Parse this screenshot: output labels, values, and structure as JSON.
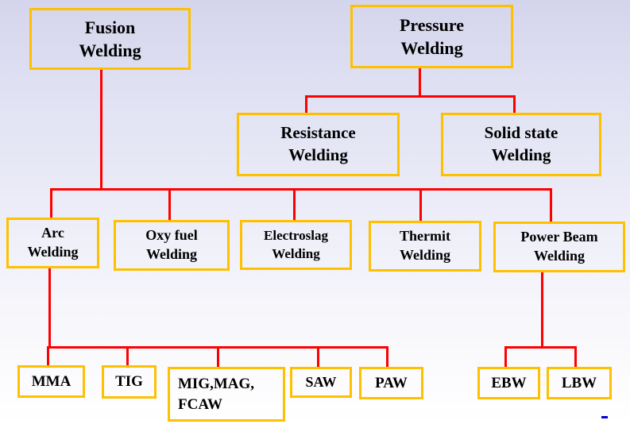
{
  "diagram": {
    "title": "Welding classification tree",
    "nodes": {
      "fusion": {
        "label": "Fusion\nWelding"
      },
      "pressure": {
        "label": "Pressure\nWelding"
      },
      "resistance": {
        "label": "Resistance\nWelding"
      },
      "solid_state": {
        "label": "Solid state\nWelding"
      },
      "arc": {
        "label": "Arc\nWelding"
      },
      "oxy_fuel": {
        "label": "Oxy fuel\nWelding"
      },
      "electroslag": {
        "label": "Electroslag\nWelding"
      },
      "thermit": {
        "label": "Thermit\nWelding"
      },
      "power_beam": {
        "label": "Power Beam\nWelding"
      },
      "mma": {
        "label": "MMA"
      },
      "tig": {
        "label": "TIG"
      },
      "mig_mag_fcaw": {
        "label": "MIG,MAG,\nFCAW"
      },
      "saw": {
        "label": "SAW"
      },
      "paw": {
        "label": "PAW"
      },
      "ebw": {
        "label": "EBW"
      },
      "lbw": {
        "label": "LBW"
      }
    },
    "hierarchy": [
      {
        "parent": "Fusion Welding",
        "children": [
          "Arc Welding",
          "Oxy fuel Welding",
          "Electroslag Welding",
          "Thermit Welding",
          "Power Beam Welding"
        ]
      },
      {
        "parent": "Pressure Welding",
        "children": [
          "Resistance Welding",
          "Solid state Welding"
        ]
      },
      {
        "parent": "Arc Welding",
        "children": [
          "MMA",
          "TIG",
          "MIG,MAG, FCAW",
          "SAW",
          "PAW"
        ]
      },
      {
        "parent": "Power Beam Welding",
        "children": [
          "EBW",
          "LBW"
        ]
      }
    ],
    "colors": {
      "box_border": "#FFC000",
      "connector": "#FF0000",
      "text": "#000000",
      "background_top": "#d4d5ec",
      "background_bottom": "#ffffff",
      "corner_dash": "#0000d8"
    }
  }
}
